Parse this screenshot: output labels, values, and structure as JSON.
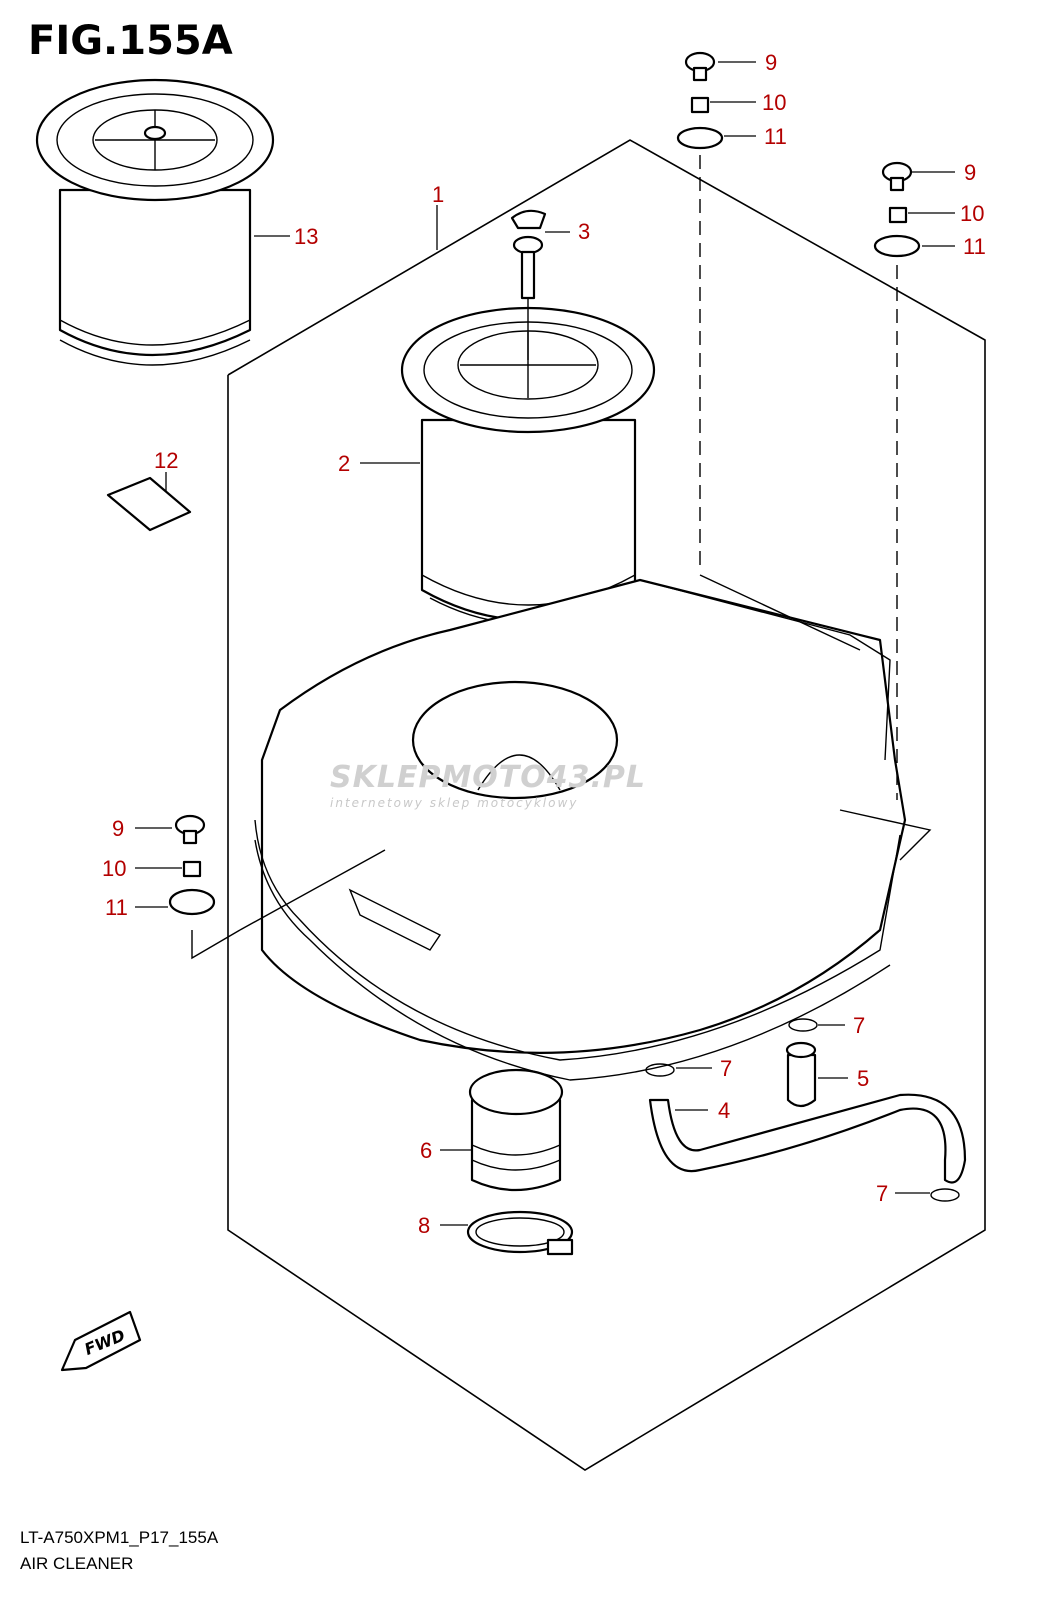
{
  "figure": {
    "title": "FIG.155A",
    "code": "LT-A750XPM1_P17_155A",
    "caption": "AIR CLEANER"
  },
  "watermark": {
    "main": "SKLEPMOTO43.PL",
    "sub": "internetowy sklep motocyklowy"
  },
  "fwd_label": "FWD",
  "callouts": [
    "1",
    "2",
    "3",
    "4",
    "5",
    "6",
    "7",
    "7",
    "7",
    "8",
    "9",
    "9",
    "9",
    "10",
    "10",
    "10",
    "11",
    "11",
    "11",
    "12",
    "13"
  ],
  "colors": {
    "callout": "#b30000",
    "line": "#000000"
  }
}
